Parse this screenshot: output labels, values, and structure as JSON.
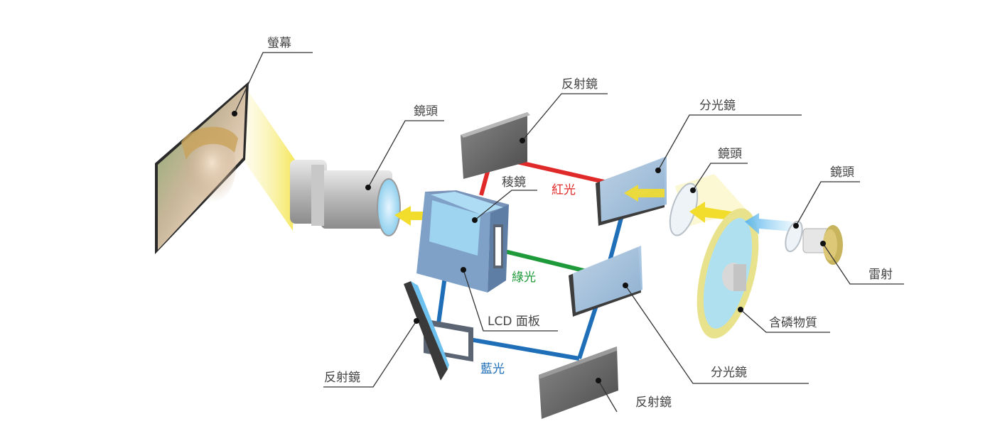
{
  "diagram": {
    "labels": {
      "screen": "螢幕",
      "lens_projection": "鏡頭",
      "prism": "稜鏡",
      "mirror_top": "反射鏡",
      "dichroic_top": "分光鏡",
      "lens_middle": "鏡頭",
      "lens_laser": "鏡頭",
      "laser": "雷射",
      "phosphor": "含磷物質",
      "dichroic_bottom": "分光鏡",
      "lcd_panel": "LCD 面板",
      "mirror_left": "反射鏡",
      "mirror_bottom": "反射鏡"
    },
    "beams": {
      "red": "紅光",
      "green": "綠光",
      "blue": "藍光"
    },
    "colors": {
      "red_beam": "#e02a2a",
      "green_beam": "#1f9a3a",
      "blue_beam": "#1f6fb8",
      "yellow_light": "#f3e24a",
      "laser_beam": "#6cc0ee"
    }
  }
}
